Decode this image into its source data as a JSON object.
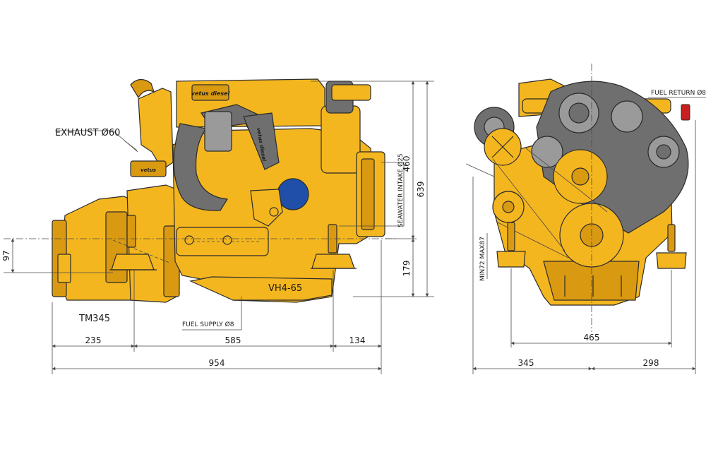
{
  "side_view": {
    "exhaust": "EXHAUST Ø60",
    "seawater_intake": "SEAWATER INTAKE Ø25",
    "fuel_supply": "FUEL SUPPLY Ø8",
    "gearbox_model": "TM345",
    "engine_model": "VH4-65",
    "logo_top": "vetus diesel",
    "logo_valve": "vetus",
    "logo_turbo": "vetus diesel",
    "dimensions": {
      "shaft_height": "97",
      "mount_height": "179",
      "height_upper": "460",
      "height_total": "639",
      "length_gearbox": "235",
      "length_mounts": "585",
      "length_front": "134",
      "length_total": "954"
    }
  },
  "front_view": {
    "fuel_return": "FUEL RETURN Ø8",
    "mount_range": "MIN72 MAX87",
    "dimensions": {
      "width_mounts": "465",
      "width_left": "345",
      "width_right": "298"
    }
  },
  "colors": {
    "engine_yellow": "#f4b61f",
    "engine_yellow_dark": "#d99a12",
    "component_grey": "#6f6f6f",
    "filter_blue": "#1f4fa8",
    "outline": "#2b2b2b"
  }
}
